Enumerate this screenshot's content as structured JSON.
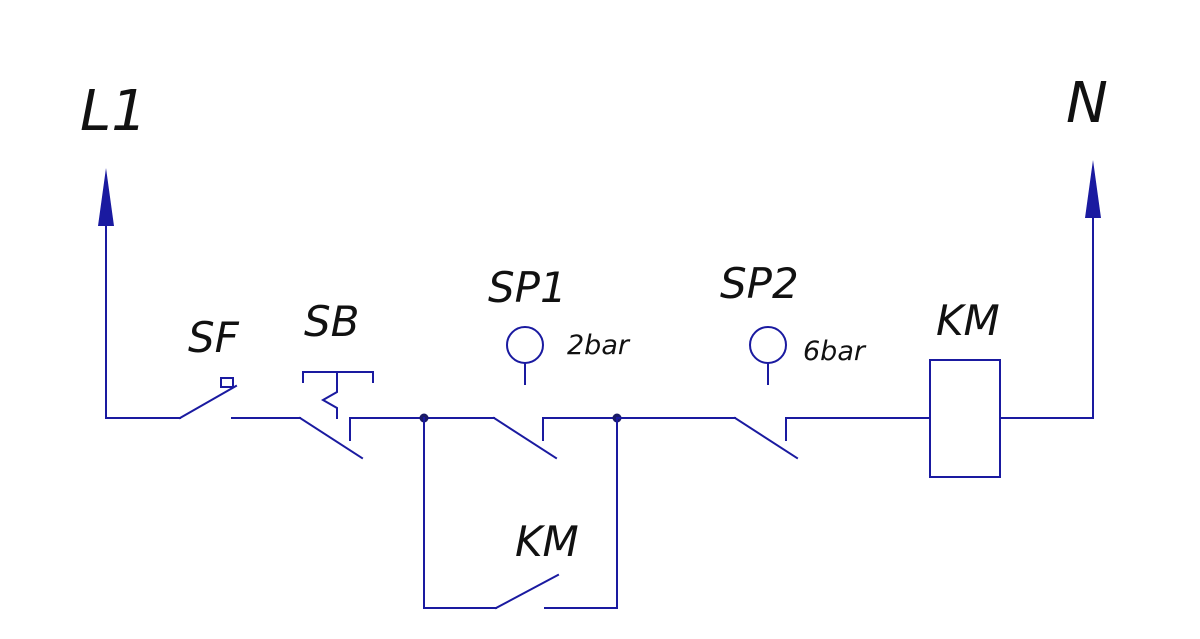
{
  "colors": {
    "wire": "#1a1aa0",
    "text": "#111111",
    "background": "#ffffff"
  },
  "labels": {
    "phase": "L1",
    "neutral": "N",
    "breaker": "SF",
    "button": "SB",
    "pressure_switch_1": "SP1",
    "pressure_switch_1_setting": "2bar",
    "pressure_switch_2": "SP2",
    "pressure_switch_2_setting": "6bar",
    "contactor_coil": "KM",
    "contactor_contact": "KM"
  }
}
